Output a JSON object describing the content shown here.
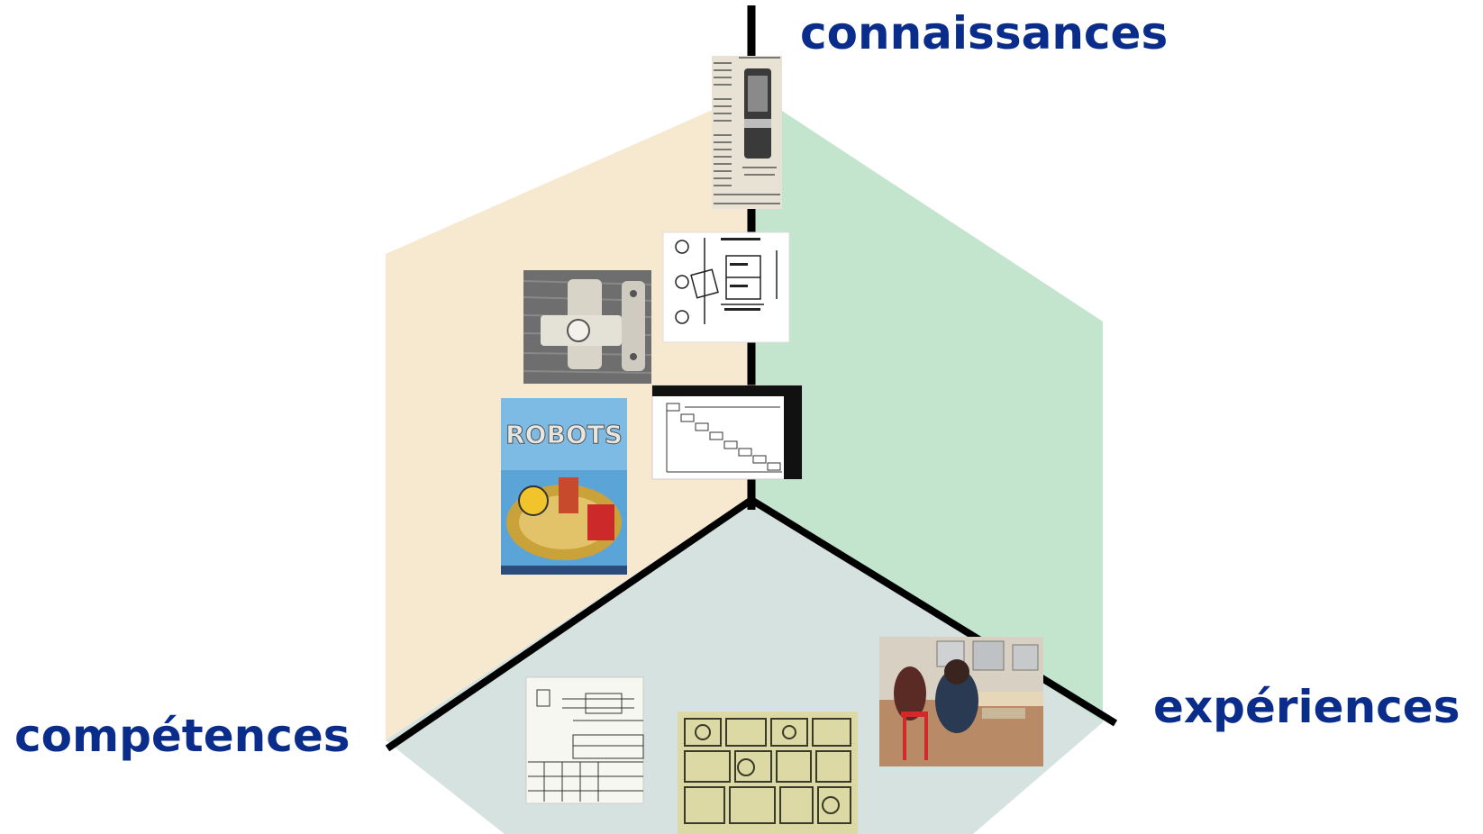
{
  "labels": {
    "top": "connaissances",
    "left": "compétences",
    "right": "expériences"
  },
  "colors": {
    "label": "#0a2d8c",
    "face_left": "#f7e8d0",
    "face_right": "#c3e4cd",
    "face_bottom": "#d6e2df",
    "axis": "#000000"
  },
  "thumbnails": [
    {
      "name": "cartridge-article-thumbnail",
      "subject": "old textbook page with cartridge illustration"
    },
    {
      "name": "force-diagram-thumbnail",
      "subject": "equilibrium of body force diagram"
    },
    {
      "name": "door-latch-photo-thumbnail",
      "subject": "metal door latch on wood"
    },
    {
      "name": "product-lifecycle-chart-thumbnail",
      "subject": "product life cycle chart"
    },
    {
      "name": "robots-poster-thumbnail",
      "subject": "Robots movie poster"
    },
    {
      "name": "technical-drawing-thumbnail",
      "subject": "technical drawing with title block"
    },
    {
      "name": "comic-sheet-thumbnail",
      "subject": "comic-strip activity sheet"
    },
    {
      "name": "classroom-photo-thumbnail",
      "subject": "students working at computers"
    }
  ]
}
